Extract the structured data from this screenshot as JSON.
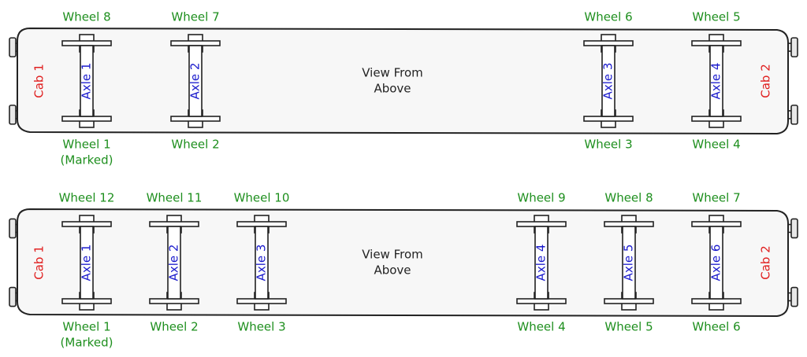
{
  "diagrams": [
    {
      "view_label": [
        "View From",
        "Above"
      ],
      "cab_left": "Cab 1",
      "cab_right": "Cab 2",
      "axles": [
        {
          "label": "Axle 1",
          "top_wheel": "Wheel 8",
          "bottom_wheel": [
            "Wheel 1",
            "(Marked)"
          ]
        },
        {
          "label": "Axle 2",
          "top_wheel": "Wheel 7",
          "bottom_wheel": [
            "Wheel 2"
          ]
        },
        {
          "label": "Axle 3",
          "top_wheel": "Wheel 6",
          "bottom_wheel": [
            "Wheel 3"
          ]
        },
        {
          "label": "Axle 4",
          "top_wheel": "Wheel 5",
          "bottom_wheel": [
            "Wheel 4"
          ]
        }
      ]
    },
    {
      "view_label": [
        "View From",
        "Above"
      ],
      "cab_left": "Cab 1",
      "cab_right": "Cab 2",
      "axles": [
        {
          "label": "Axle 1",
          "top_wheel": "Wheel 12",
          "bottom_wheel": [
            "Wheel 1",
            "(Marked)"
          ]
        },
        {
          "label": "Axle 2",
          "top_wheel": "Wheel 11",
          "bottom_wheel": [
            "Wheel 2"
          ]
        },
        {
          "label": "Axle 3",
          "top_wheel": "Wheel 10",
          "bottom_wheel": [
            "Wheel 3"
          ]
        },
        {
          "label": "Axle 4",
          "top_wheel": "Wheel 9",
          "bottom_wheel": [
            "Wheel 4"
          ]
        },
        {
          "label": "Axle 5",
          "top_wheel": "Wheel 8",
          "bottom_wheel": [
            "Wheel 5"
          ]
        },
        {
          "label": "Axle 6",
          "top_wheel": "Wheel 7",
          "bottom_wheel": [
            "Wheel 6"
          ]
        }
      ]
    }
  ],
  "colors": {
    "wheel_label": "#1e8f1e",
    "cab_label": "#e02020",
    "axle_label": "#1a1acc",
    "outline": "#222222"
  }
}
